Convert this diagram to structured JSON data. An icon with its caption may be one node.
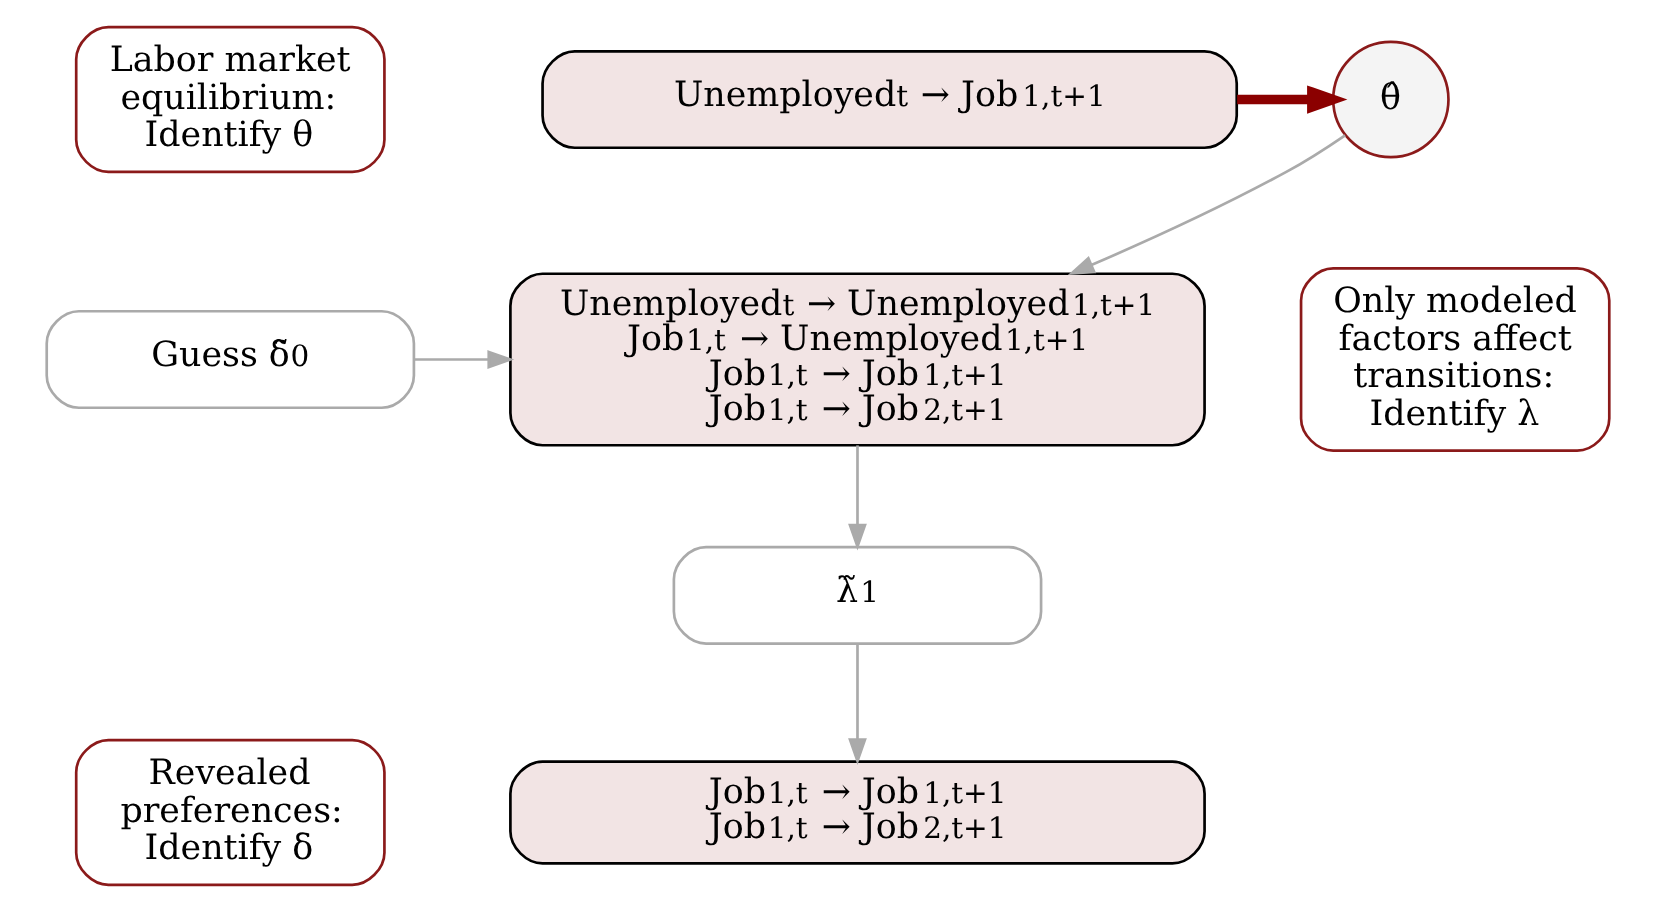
{
  "diagram": {
    "nodes": [
      {
        "text": [
          "Labor market equilibrium: Identify θ"
        ]
      },
      {
        "text": [
          "Unemployed$_{t}$ → Job$_{1,t+1}$"
        ]
      },
      {
        "text": [
          "θ̂"
        ]
      },
      {
        "text": [
          "Guess δ̃$^{0}$"
        ]
      },
      {
        "text": [
          "Unemployed$_{t}$ → Unemployed$_{1,t+1}$",
          "Job$_{1,t}$ → Unemployed$_{1,t+1}$",
          "Job$_{1,t}$ → Job$_{1,t+1}$",
          "Job$_{1,t}$ → Job$_{2,t+1}$"
        ]
      },
      {
        "text": [
          "Only modeled factors affect transitions: Identify λ"
        ]
      },
      {
        "text": [
          "λ̃$^{1}$"
        ]
      },
      {
        "text": [
          "Revealed preferences: Identify δ"
        ]
      },
      {
        "text": [
          "Job$_{1,t}$ → Job$_{1,t+1}$",
          "Job$_{1,t}$ → Job$_{2,t+1}$"
        ]
      }
    ],
    "edges": [
      {
        "from": 1,
        "to": 2,
        "arrow": "to",
        "style": "thick",
        "color": "#8b0000"
      },
      {
        "from": 2,
        "to": 4,
        "arrow": "to"
      },
      {
        "from": 3,
        "to": 4,
        "arrow": "to"
      },
      {
        "from": 4,
        "to": 6,
        "arrow": "to"
      },
      {
        "from": 6,
        "to": 8,
        "arrow": "to"
      }
    ]
  }
}
